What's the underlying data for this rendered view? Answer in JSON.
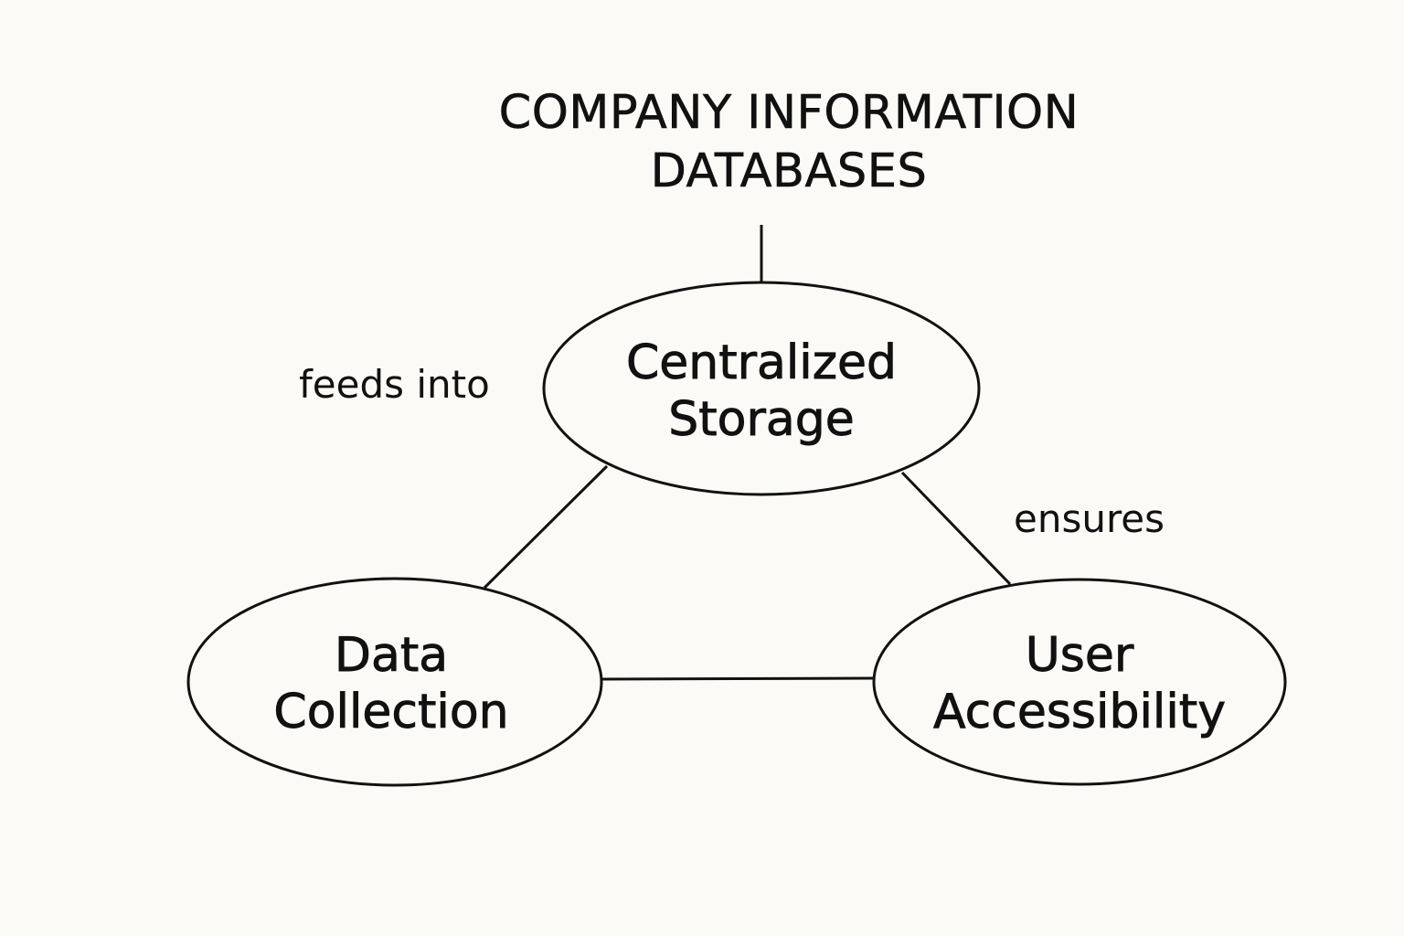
{
  "title": {
    "line1": "COMPANY INFORMATION",
    "line2": "DATABASES"
  },
  "nodes": {
    "centralized_storage": {
      "line1": "Centralized",
      "line2": "Storage"
    },
    "data_collection": {
      "line1": "Data",
      "line2": "Collection"
    },
    "user_accessibility": {
      "line1": "User",
      "line2": "Accessibility"
    }
  },
  "edge_labels": {
    "feeds_into": "feeds into",
    "ensures": "ensures"
  },
  "colors": {
    "background": "#fbfaf6",
    "stroke": "#111111",
    "text": "#111111"
  }
}
